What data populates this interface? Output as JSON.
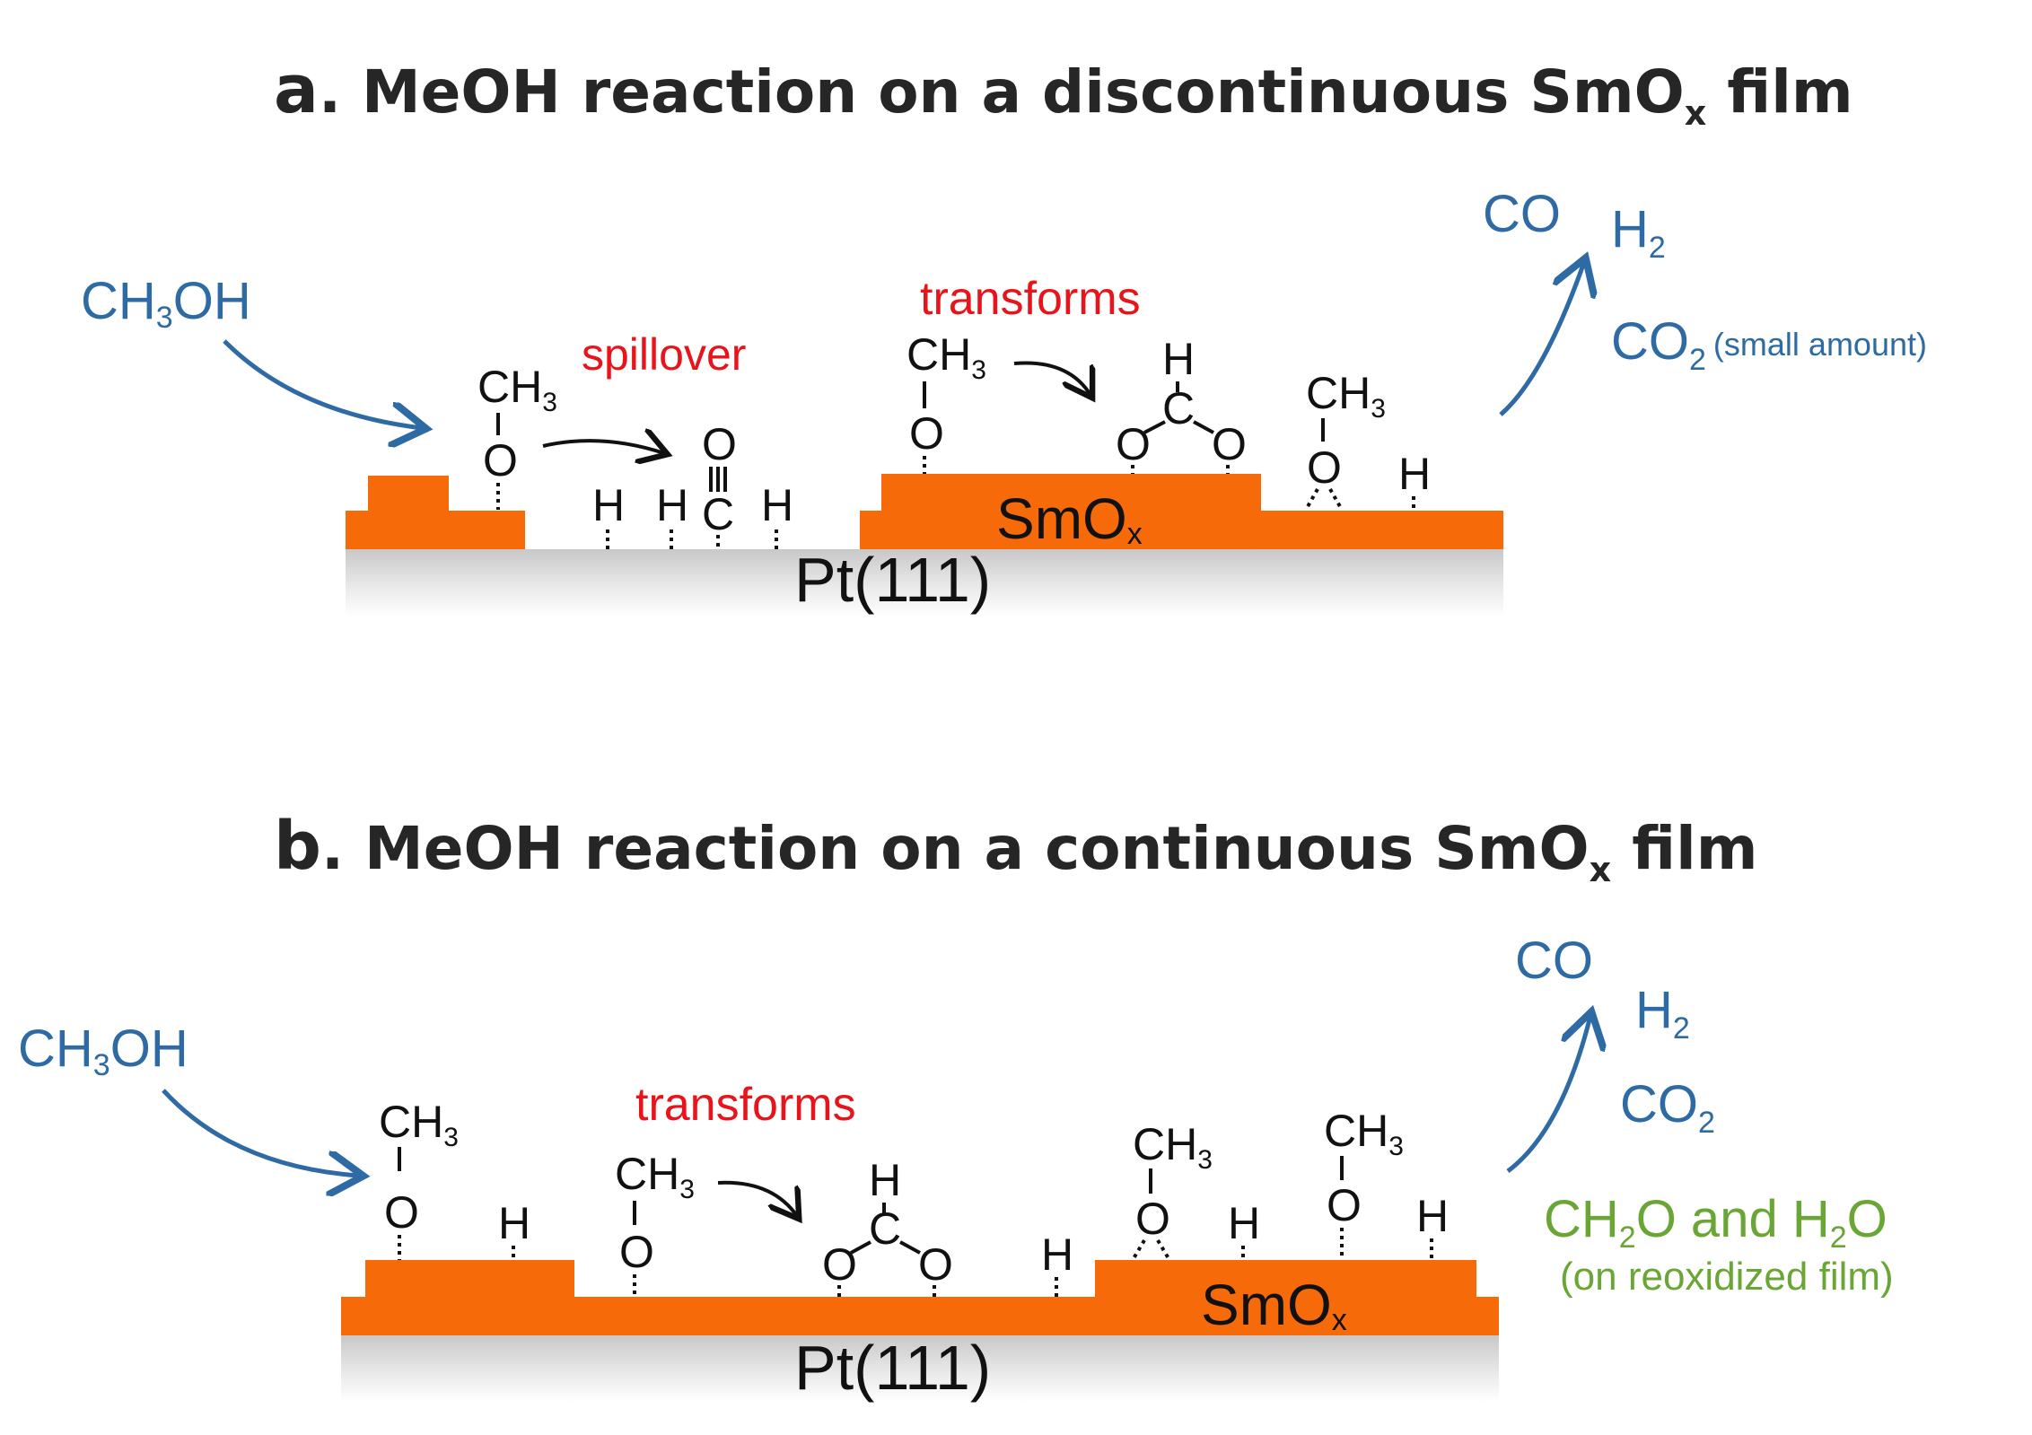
{
  "panel_a": {
    "letter": "a",
    "title": ". MeOH reaction on a discontinuous SmO",
    "title_sub": "x",
    "title_end": " film",
    "reactant": {
      "pre": "CH",
      "sub": "3",
      "post": "OH"
    },
    "spillover_label": "spillover",
    "transforms_label": "transforms",
    "oxide_label": "SmO",
    "oxide_sub": "x",
    "substrate_label": "Pt(111)",
    "products": {
      "co": "CO",
      "h2": {
        "pre": "H",
        "sub": "2"
      },
      "co2": {
        "pre": "CO",
        "sub": "2",
        "note": "(small amount)"
      }
    },
    "atoms": {
      "ch": "CH",
      "three": "3",
      "o": "O",
      "h": "H",
      "c": "C"
    }
  },
  "panel_b": {
    "letter": "b",
    "title": ". MeOH reaction on a continuous SmO",
    "title_sub": "x",
    "title_end": " film",
    "reactant": {
      "pre": "CH",
      "sub": "3",
      "post": "OH"
    },
    "transforms_label": "transforms",
    "oxide_label": "SmO",
    "oxide_sub": "x",
    "substrate_label": "Pt(111)",
    "products": {
      "co": "CO",
      "h2": {
        "pre": "H",
        "sub": "2"
      },
      "co2": {
        "pre": "CO",
        "sub": "2"
      }
    },
    "side_products": {
      "ch2o_pre": "CH",
      "ch2o_sub": "2",
      "ch2o_mid": "O and H",
      "h2o_sub": "2",
      "h2o_post": "O",
      "note": "(on reoxidized film)"
    },
    "atoms": {
      "ch": "CH",
      "three": "3",
      "o": "O",
      "h": "H",
      "c": "C"
    }
  },
  "colors": {
    "oxide": "#f66a0a",
    "arrow_blue": "#2e6aa3",
    "red_text": "#e8141b",
    "green_text": "#6aa636"
  }
}
